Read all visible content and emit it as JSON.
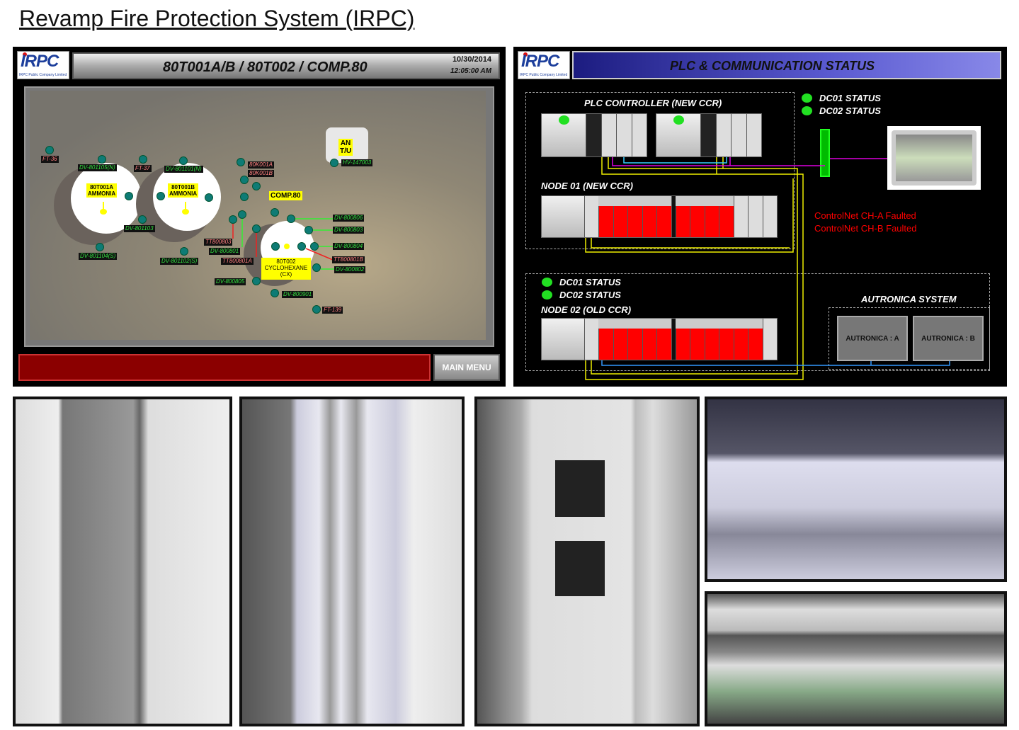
{
  "page_title": "Revamp Fire Protection System (IRPC)",
  "logo": {
    "text": "IRPC",
    "subtext": "IRPC Public Company Limited"
  },
  "hmi_left": {
    "title": "80T001A/B  /  80T002 / COMP.80",
    "date": "10/30/2014",
    "time": "12:05:00 AM",
    "main_menu": "MAIN MENU",
    "tanks": {
      "t1a": [
        "80T001A",
        "AMMONIA"
      ],
      "t1b": [
        "80T001B",
        "AMMONIA"
      ],
      "t2": [
        "80T002",
        "CYCLOHEXANE",
        "(CX)"
      ],
      "an": [
        "AN",
        "T/U"
      ],
      "comp": "COMP.80"
    },
    "tags": {
      "ft36": "FT-36",
      "dv801105": "DV-801105(N)",
      "ft37": "FT-37",
      "dv801101": "DV-801101(N)",
      "k1a": "80K001A",
      "k1b": "80K001B",
      "hv147003": "HV-147003",
      "dv801103": "DV-801103",
      "dv800806": "DV-800806",
      "dv800803": "DV-800803",
      "tt800803": "TT800803",
      "dv800801": "DV-800801",
      "dv801104": "DV-801104(S)",
      "dv801102": "DV-801102(S)",
      "tt800801a": "TT800801A",
      "dv800804": "DV-800804",
      "tt800801b": "TT800801B",
      "dv800802": "DV-800802",
      "dv800805": "DV-800805",
      "dv800901": "DV-800901",
      "ft139": "FT-139"
    }
  },
  "hmi_right": {
    "title": "PLC & COMMUNICATION STATUS",
    "plc_controller": "PLC CONTROLLER (NEW CCR)",
    "node01": "NODE 01 (NEW CCR)",
    "node02": "NODE 02 (OLD CCR)",
    "dc01": "DC01 STATUS",
    "dc02": "DC02 STATUS",
    "faults": [
      "ControlNet CH-A Faulted",
      "ControlNet CH-B Faulted"
    ],
    "autronica_title": "AUTRONICA SYSTEM",
    "autronica_a": "AUTRONICA : A",
    "autronica_b": "AUTRONICA : B",
    "colors": {
      "status_ok": "#22e022",
      "fault": "#ff0000",
      "header": "#3a3aa8"
    }
  }
}
